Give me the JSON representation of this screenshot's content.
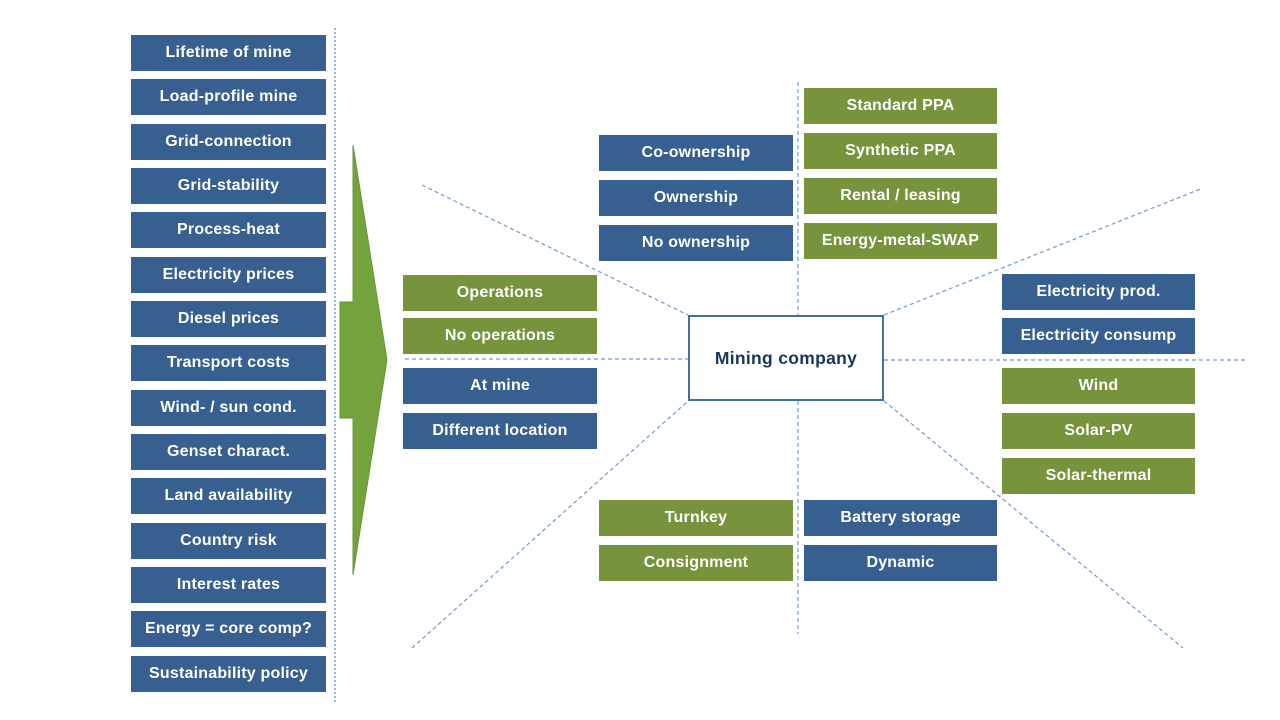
{
  "colors": {
    "box_blue": "#376091",
    "box_green": "#77933C",
    "arrow_green": "#74A23C",
    "arrow_stroke": "#699535",
    "center_border": "#41719C",
    "center_text": "#17365D",
    "dashed_line": "#6F9BD1",
    "box_text": "#FFFFFF"
  },
  "left_panel": {
    "items": [
      "Lifetime of mine",
      "Load-profile mine",
      "Grid-connection",
      "Grid-stability",
      "Process-heat",
      "Electricity prices",
      "Diesel prices",
      "Transport costs",
      "Wind- / sun cond.",
      "Genset charact.",
      "Land availability",
      "Country risk",
      "Interest rates",
      "Energy = core comp?",
      "Sustainability policy"
    ]
  },
  "center": {
    "label": "Mining company"
  },
  "groups": {
    "ownership": {
      "items": [
        "Co-ownership",
        "Ownership",
        "No ownership"
      ]
    },
    "contracts": {
      "items": [
        "Standard PPA",
        "Synthetic PPA",
        "Rental / leasing",
        "Energy-metal-SWAP"
      ]
    },
    "operations": {
      "items": [
        "Operations",
        "No operations"
      ]
    },
    "location": {
      "items": [
        "At mine",
        "Different location"
      ]
    },
    "electricity": {
      "items": [
        "Electricity prod.",
        "Electricity consump"
      ]
    },
    "technology": {
      "items": [
        "Wind",
        "Solar-PV",
        "Solar-thermal"
      ]
    },
    "delivery": {
      "items": [
        "Turnkey",
        "Consignment"
      ]
    },
    "storage": {
      "items": [
        "Battery storage",
        "Dynamic"
      ]
    }
  }
}
